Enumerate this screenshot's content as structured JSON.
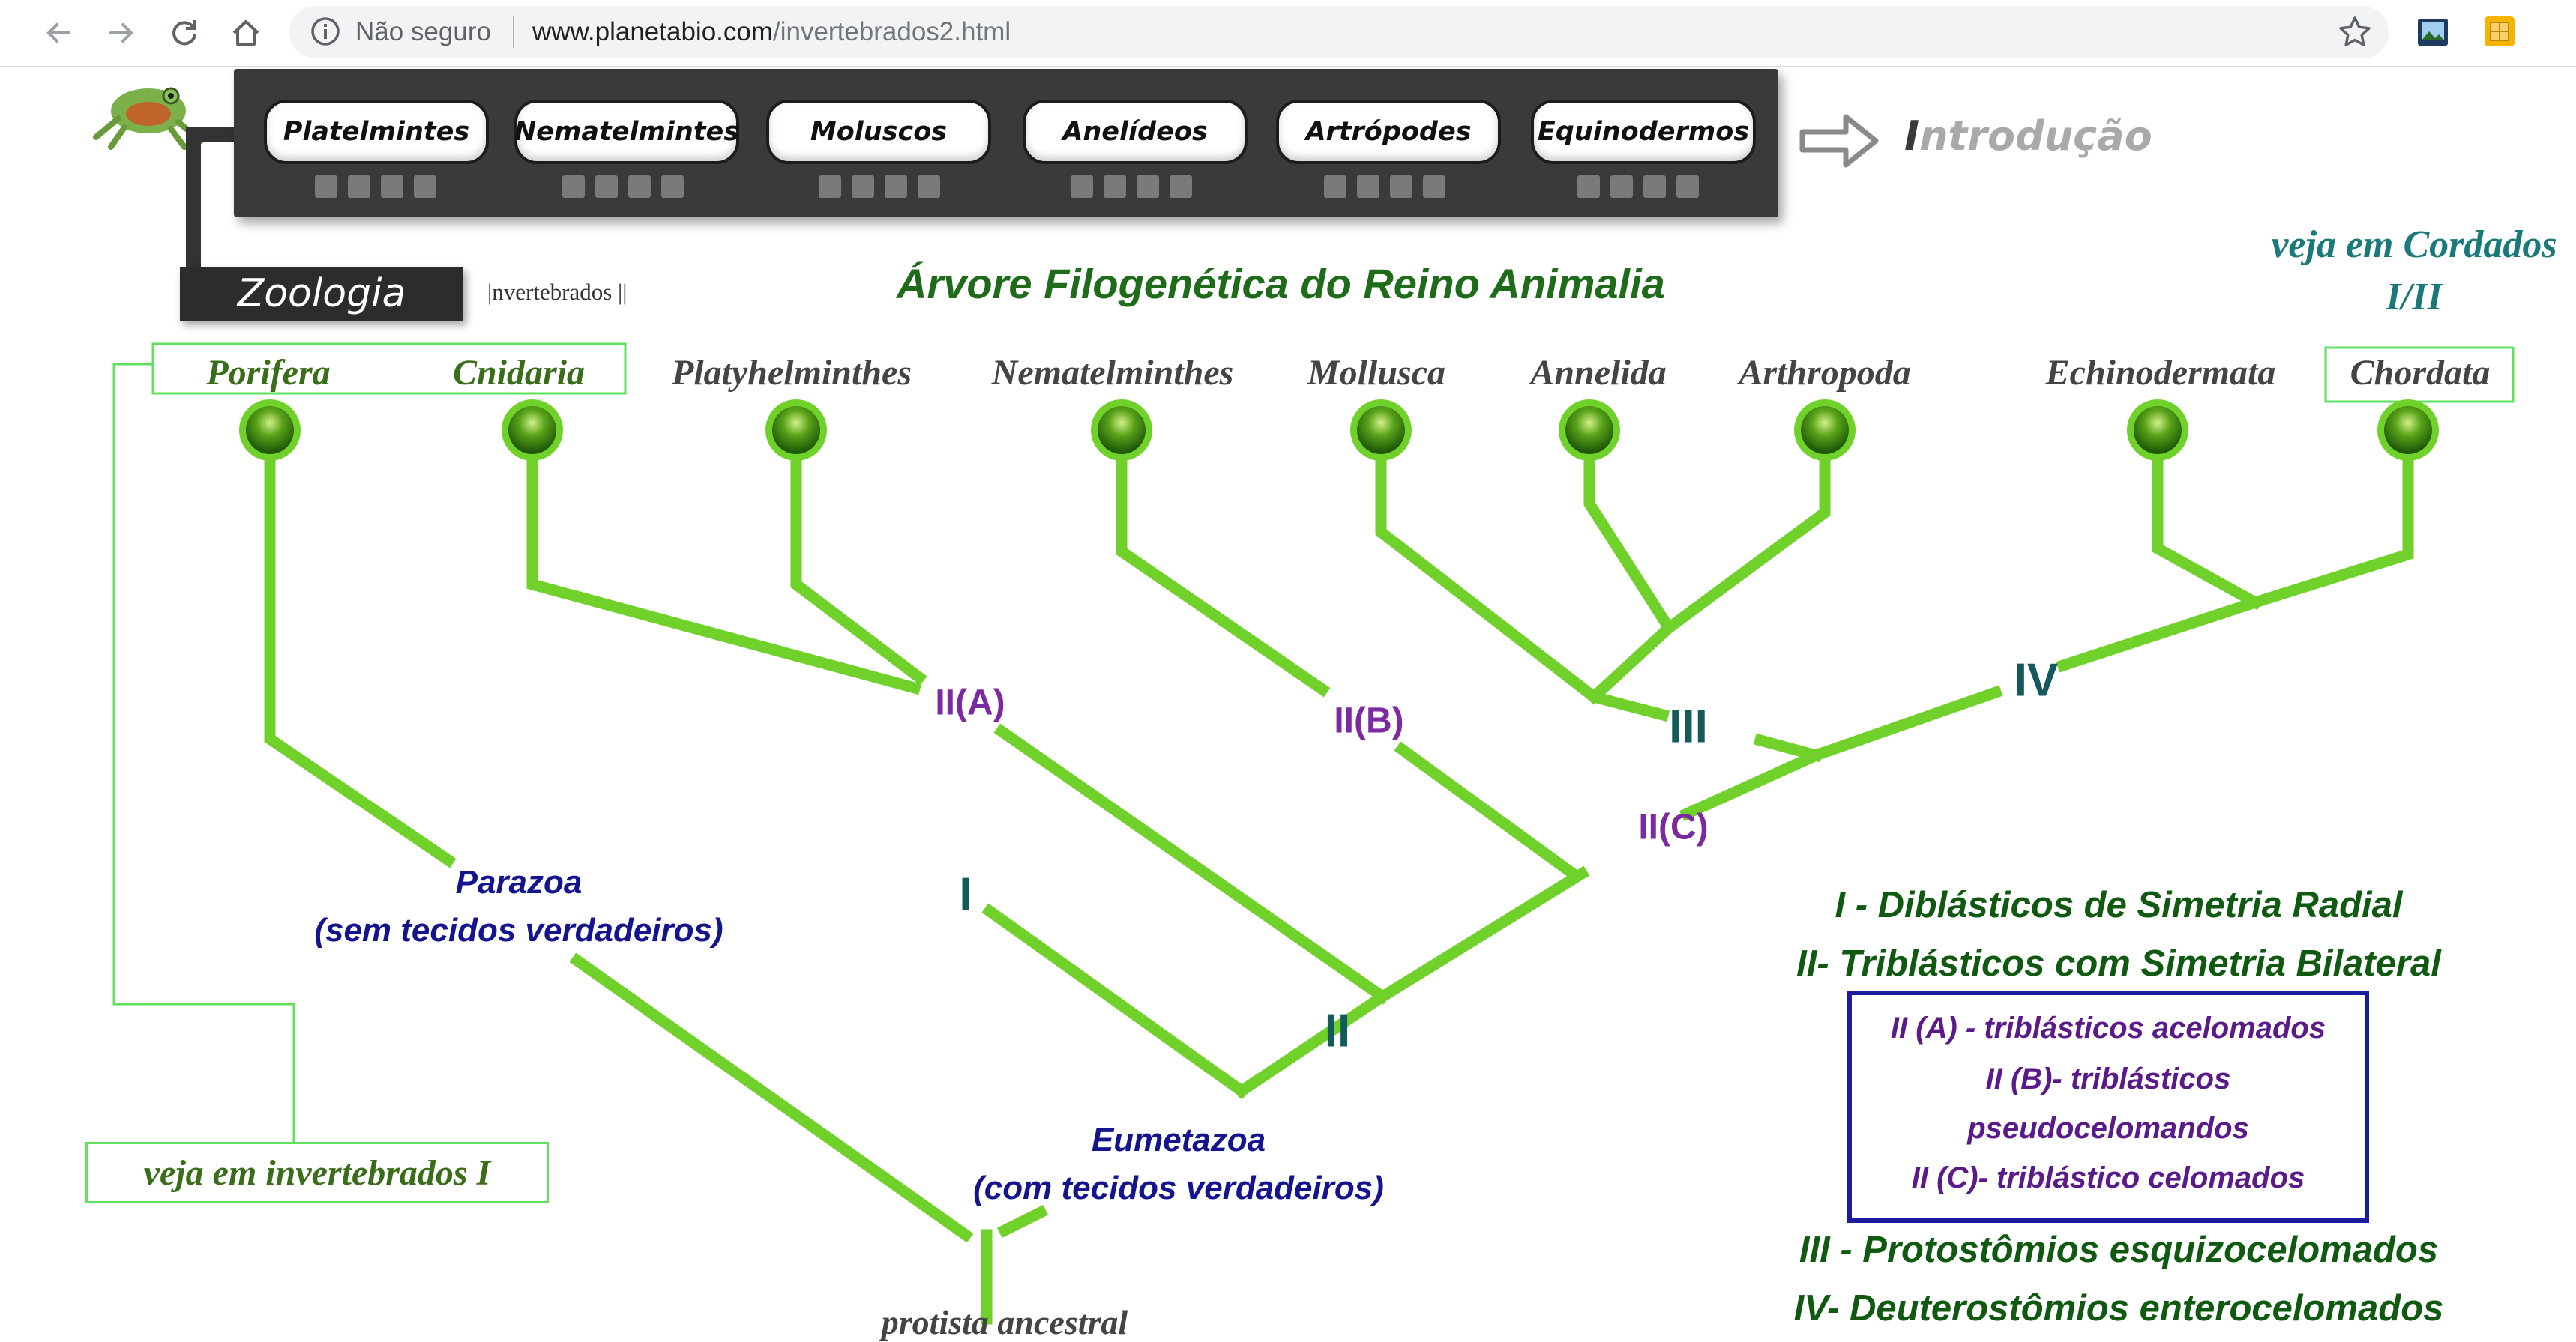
{
  "browser": {
    "security_label": "Não seguro",
    "url_domain": "www.planetabio.com",
    "url_path": "/invertebrados2.html"
  },
  "nav": {
    "items": [
      {
        "label": "Platelmintes"
      },
      {
        "label": "Nematelmintes"
      },
      {
        "label": "Moluscos"
      },
      {
        "label": "Anelídeos"
      },
      {
        "label": "Artrópodes"
      },
      {
        "label": "Equinodermos"
      }
    ],
    "intro_first": "I",
    "intro_rest": "ntrodução",
    "zoologia": "Zoologia",
    "breadcrumb": "|nvertebrados ||"
  },
  "diagram": {
    "title": "Árvore Filogenética do Reino Animalia",
    "cordados_line1": "veja em Cordados",
    "cordados_line2": "I/II",
    "phyla": [
      "Porifera",
      "Cnidaria",
      "Platyhelminthes",
      "Nematelminthes",
      "Mollusca",
      "Annelida",
      "Arthropoda",
      "Echinodermata",
      "Chordata"
    ],
    "nodes": {
      "I": "I",
      "II": "II",
      "IIA": "II(A)",
      "IIB": "II(B)",
      "IIC": "II(C)",
      "III": "III",
      "IV": "IV"
    },
    "parazoa_line1": "Parazoa",
    "parazoa_line2": "(sem tecidos verdadeiros)",
    "eumetazoa_line1": "Eumetazoa",
    "eumetazoa_line2": "(com tecidos verdadeiros)",
    "protista": "protista ancestral",
    "veja_invertebrados": "veja em invertebrados I",
    "colors": {
      "branch": "#6fd12a",
      "node_green": "#2e7d0e",
      "box_border": "#5fe05f"
    }
  },
  "legend": {
    "line_I": "I - Diblásticos de Simetria Radial",
    "line_II": "II- Triblásticos com Simetria Bilateral",
    "sub_A": "II (A) - triblásticos acelomados",
    "sub_B1": "II (B)- triblásticos",
    "sub_B2": "pseudocelomandos",
    "sub_C": "II (C)- triblástico celomados",
    "line_III": "III - Protostômios esquizocelomados",
    "line_IV": "IV- Deuterostômios enterocelomados"
  }
}
